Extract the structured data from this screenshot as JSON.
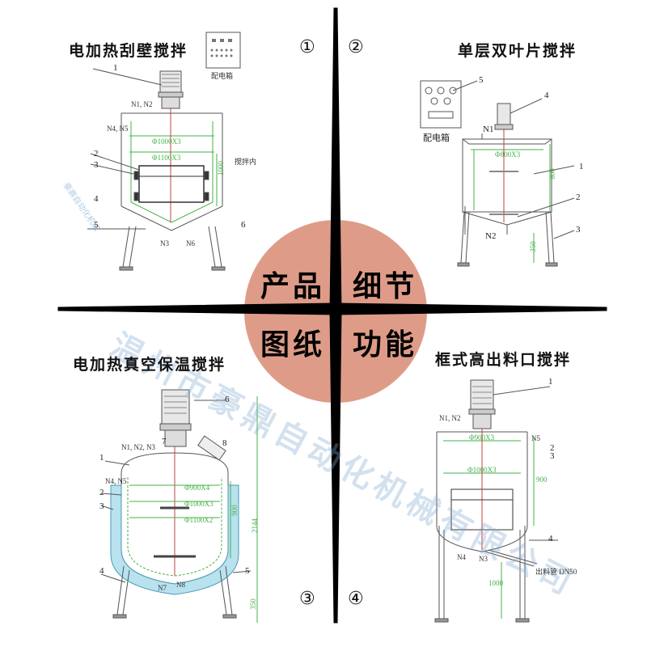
{
  "colors": {
    "circle": "#de9c88",
    "divider": "#000000",
    "line": "#555555",
    "accent_green": "#44b048",
    "accent_blue": "#5aa0e0",
    "insulation": "#9fd4e6"
  },
  "panel1": {
    "title": "电加热刮壁搅拌",
    "number": "①",
    "box_label": "配电箱",
    "labels": [
      "1",
      "2",
      "3",
      "4",
      "5",
      "6"
    ],
    "nozzles": [
      "N1, N2",
      "N4, N5",
      "N3",
      "N6"
    ],
    "dims": [
      "Φ1000X3",
      "Φ1100X3",
      "1000",
      "搅拌内"
    ]
  },
  "panel2": {
    "title": "单层双叶片搅拌",
    "number": "②",
    "box_label": "配电箱",
    "labels": [
      "1",
      "2",
      "3",
      "4",
      "5"
    ],
    "nozzles": [
      "N1",
      "N2"
    ],
    "dims": [
      "Φ800X3",
      "800",
      "350"
    ]
  },
  "panel3": {
    "title": "电加热真空保温搅拌",
    "number": "③",
    "labels": [
      "1",
      "2",
      "3",
      "4",
      "5",
      "6",
      "7",
      "8"
    ],
    "nozzles": [
      "N1, N2, N3",
      "N4, N5",
      "N7",
      "N8"
    ],
    "dims": [
      "Φ900X4",
      "Φ1000X3",
      "Φ1100X2",
      "900",
      "2144",
      "350"
    ]
  },
  "panel4": {
    "title": "框式高出料口搅拌",
    "number": "④",
    "labels": [
      "1",
      "2",
      "3",
      "4"
    ],
    "nozzles": [
      "N1, N2",
      "N5",
      "N4",
      "N3"
    ],
    "dims": [
      "Φ900X3",
      "Φ1000X3",
      "900",
      "1000"
    ],
    "note": "出料管 DN50"
  },
  "center": {
    "top_left": "产品",
    "top_right": "细节",
    "bottom_left": "图纸",
    "bottom_right": "功能"
  },
  "watermark": {
    "main": "温州市豪鼎自动化机械有限公司",
    "small": "豪鼎自动化机械"
  }
}
